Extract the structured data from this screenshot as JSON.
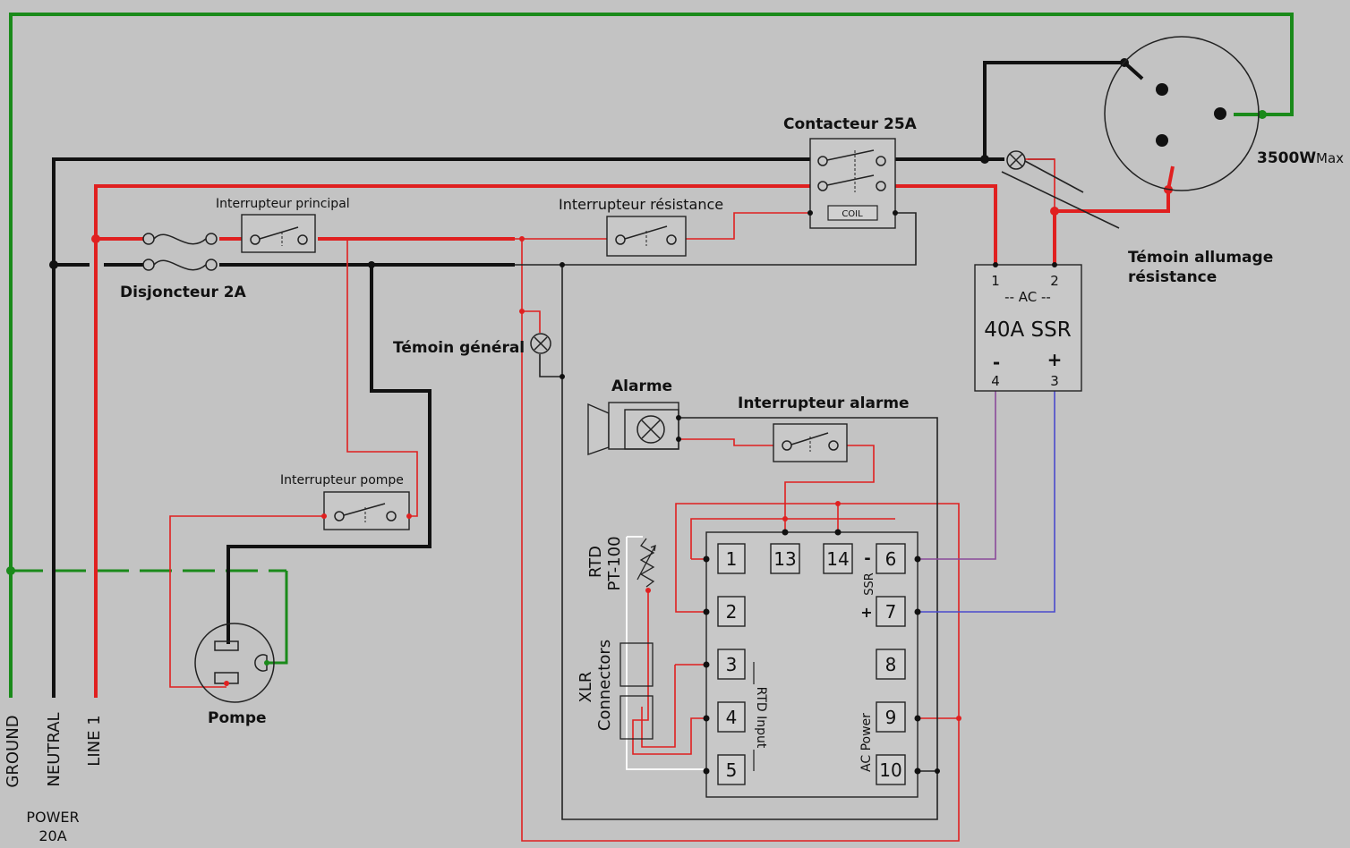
{
  "colors": {
    "background": "#c3c3c3",
    "ground": "#1a8a1a",
    "neutral": "#111111",
    "line": "#e02020",
    "ssr_minus_wire": "#8a4a9a",
    "ssr_plus_wire": "#4a4acc"
  },
  "power": {
    "ground_label": "GROUND",
    "neutral_label": "NEUTRAL",
    "line_label": "LINE 1",
    "title": "POWER",
    "rating": "20A"
  },
  "labels": {
    "contactor": "Contacteur 25A",
    "coil": "COIL",
    "main_switch": "Interrupteur principal",
    "resistance_switch": "Interrupteur résistance",
    "breaker": "Disjoncteur 2A",
    "general_light": "Témoin général",
    "pump_switch": "Interrupteur pompe",
    "pump": "Pompe",
    "alarm": "Alarme",
    "alarm_switch": "Interrupteur alarme",
    "heater_light_line1": "Témoin allumage",
    "heater_light_line2": "résistance",
    "outlet_power": "3500W",
    "outlet_max": "Max"
  },
  "ssr": {
    "pin1": "1",
    "pin2": "2",
    "ac": "-- AC --",
    "title": "40A SSR",
    "minus": "-",
    "plus": "+",
    "pin4": "4",
    "pin3": "3"
  },
  "controller": {
    "terminals": [
      "1",
      "13",
      "14",
      "6",
      "2",
      "7",
      "3",
      "8",
      "4",
      "9",
      "5",
      "10"
    ],
    "ssr_label": "SSR",
    "ssr_minus": "-",
    "ssr_plus": "+",
    "rtd_input_label": "RTD Input",
    "ac_power_label": "AC Power"
  },
  "sensor": {
    "rtd": "RTD",
    "pt100": "PT-100",
    "xlr": "XLR",
    "connectors": "Connectors"
  }
}
